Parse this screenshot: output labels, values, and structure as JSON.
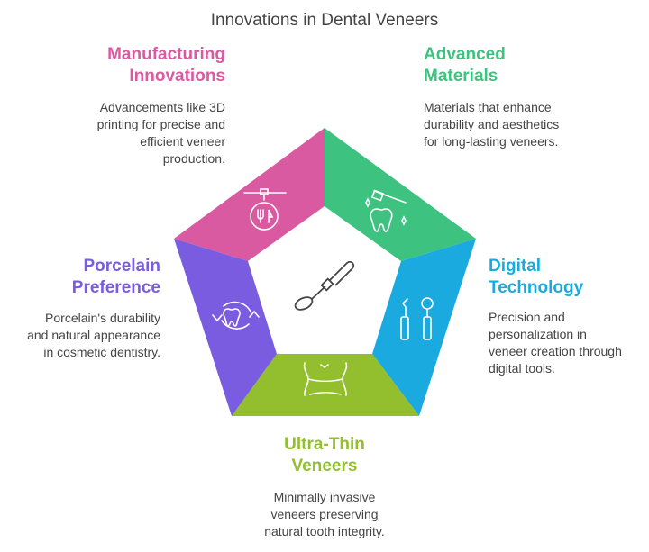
{
  "title": "Innovations in Dental Veneers",
  "segments": [
    {
      "heading_line1": "Manufacturing",
      "heading_line2": "Innovations",
      "description": [
        "Advancements like 3D",
        "printing for precise and",
        "efficient veneer",
        "production."
      ],
      "color": "#D95AA0",
      "icon": "3d-printer-icon"
    },
    {
      "heading_line1": "Advanced",
      "heading_line2": "Materials",
      "description": [
        "Materials that enhance",
        "durability and aesthetics",
        "for long-lasting veneers."
      ],
      "color": "#3DC27F",
      "icon": "tooth-brush-sparkle-icon"
    },
    {
      "heading_line1": "Digital",
      "heading_line2": "Technology",
      "description": [
        "Precision and",
        "personalization in",
        "veneer creation through",
        "digital tools."
      ],
      "color": "#1AAAE0",
      "icon": "dental-tools-icon"
    },
    {
      "heading_line1": "Ultra-Thin",
      "heading_line2": "Veneers",
      "description": [
        "Minimally invasive",
        "veneers preserving",
        "natural tooth integrity."
      ],
      "color": "#93BF2E",
      "icon": "slim-waist-icon"
    },
    {
      "heading_line1": "Porcelain",
      "heading_line2": "Preference",
      "description": [
        "Porcelain's durability",
        "and natural appearance",
        "in cosmetic dentistry."
      ],
      "color": "#7A5CE0",
      "icon": "tooth-cycle-icon"
    }
  ],
  "center_icon": "dental-mirror-icon"
}
